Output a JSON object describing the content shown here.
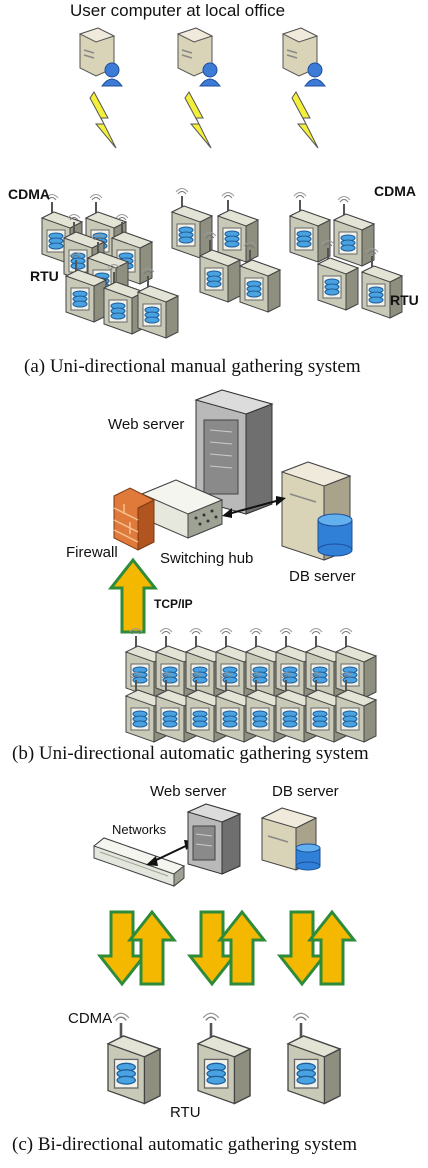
{
  "panel_a": {
    "title": "User computer at local office",
    "cdma_left": "CDMA",
    "cdma_right": "CDMA",
    "rtu_left": "RTU",
    "rtu_right": "RTU",
    "caption": "(a) Uni-directional manual gathering system"
  },
  "panel_b": {
    "web_server": "Web server",
    "firewall": "Firewall",
    "switching_hub": "Switching hub",
    "db_server": "DB server",
    "protocol": "TCP/IP",
    "caption": "(b) Uni-directional automatic gathering system"
  },
  "panel_c": {
    "web_server": "Web server",
    "db_server": "DB server",
    "networks": "Networks",
    "cdma": "CDMA",
    "rtu": "RTU",
    "caption": "(c) Bi-directional automatic gathering system"
  },
  "colors": {
    "arrow_fill": "#f5b800",
    "arrow_outline": "#2e8b3a",
    "bolt_fill": "#f3ef3a",
    "device_body": "#c9c9b8",
    "db_disk": "#4aa3e0"
  }
}
